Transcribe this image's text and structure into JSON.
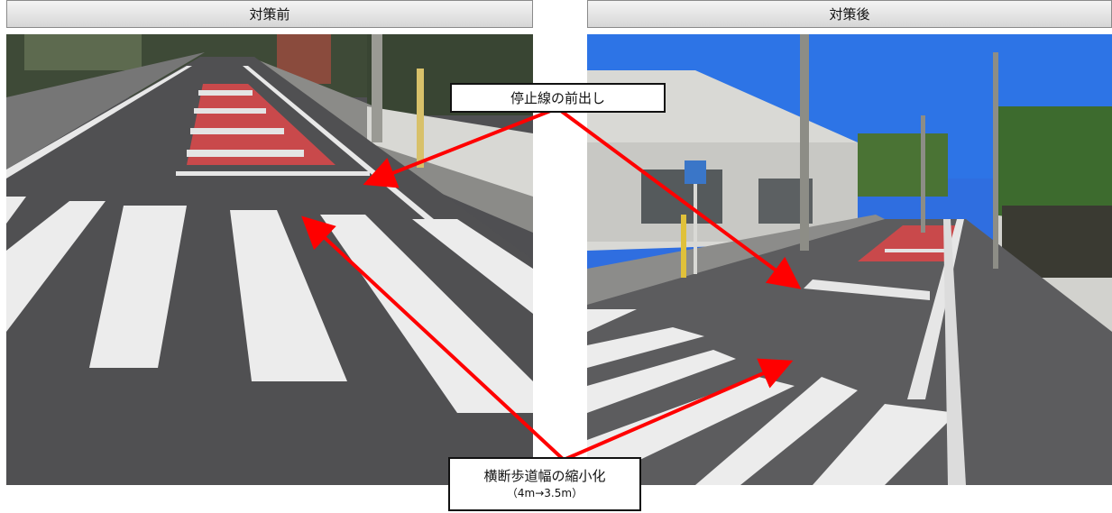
{
  "panels": {
    "before": {
      "title": "対策前"
    },
    "after": {
      "title": "対策後"
    }
  },
  "callouts": {
    "stop_line": {
      "label": "停止線の前出し"
    },
    "crosswalk": {
      "label": "横断歩道幅の縮小化",
      "detail": "（4m→3.5m）"
    }
  },
  "colors": {
    "arrow": "#ff0000",
    "callout_border": "#111111",
    "header_border": "#8a8a8a"
  }
}
